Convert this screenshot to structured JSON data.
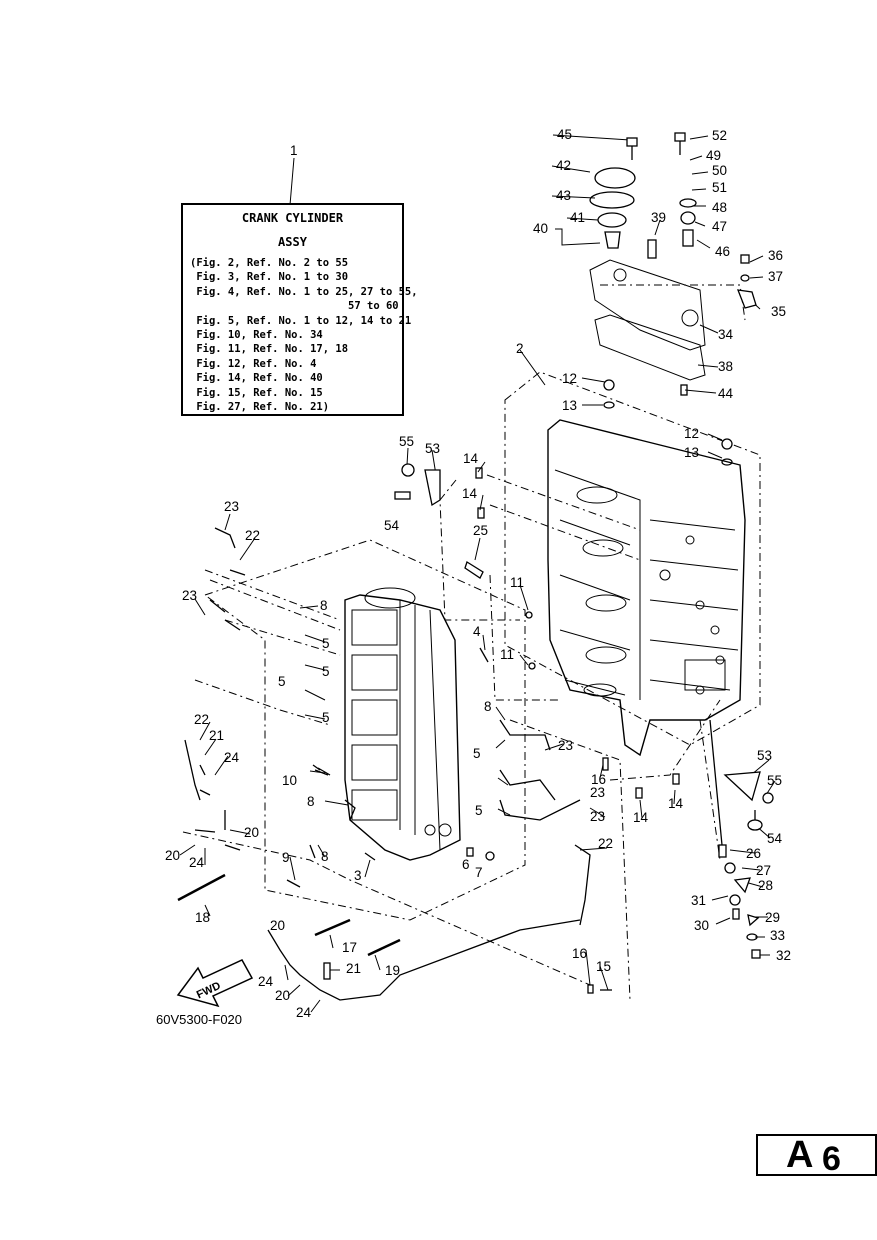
{
  "legend": {
    "ref": "1",
    "title": "CRANK CYLINDER",
    "subtitle": "ASSY",
    "lines": [
      "(Fig. 2, Ref. No. 2 to 55",
      " Fig. 3, Ref. No. 1 to 30",
      " Fig. 4, Ref. No. 1 to 25, 27 to 55,",
      "                         57 to 60",
      " Fig. 5, Ref. No. 1 to 12, 14 to 21",
      " Fig. 10, Ref. No. 34",
      " Fig. 11, Ref. No. 17, 18",
      " Fig. 12, Ref. No. 4",
      " Fig. 14, Ref. No. 40",
      " Fig. 15, Ref. No. 15",
      " Fig. 27, Ref. No. 21)"
    ]
  },
  "fwd_label": "FWD",
  "figure_code": "60V5300-F020",
  "page_badge": {
    "letter": "A",
    "number": "6"
  },
  "callouts": [
    "45",
    "52",
    "49",
    "42",
    "50",
    "51",
    "43",
    "48",
    "41",
    "40",
    "39",
    "47",
    "46",
    "36",
    "37",
    "35",
    "34",
    "38",
    "44",
    "2",
    "12",
    "13",
    "12",
    "13",
    "55",
    "53",
    "14",
    "14",
    "54",
    "25",
    "11",
    "11",
    "23",
    "22",
    "23",
    "8",
    "5",
    "5",
    "5",
    "5",
    "4",
    "8",
    "5",
    "23",
    "16",
    "22",
    "21",
    "24",
    "10",
    "8",
    "20",
    "20",
    "24",
    "9",
    "8",
    "3",
    "6",
    "7",
    "18",
    "5",
    "23",
    "23",
    "22",
    "14",
    "14",
    "53",
    "55",
    "54",
    "26",
    "27",
    "28",
    "31",
    "30",
    "29",
    "33",
    "32",
    "17",
    "19",
    "20",
    "24",
    "21",
    "20",
    "24",
    "16",
    "15"
  ]
}
